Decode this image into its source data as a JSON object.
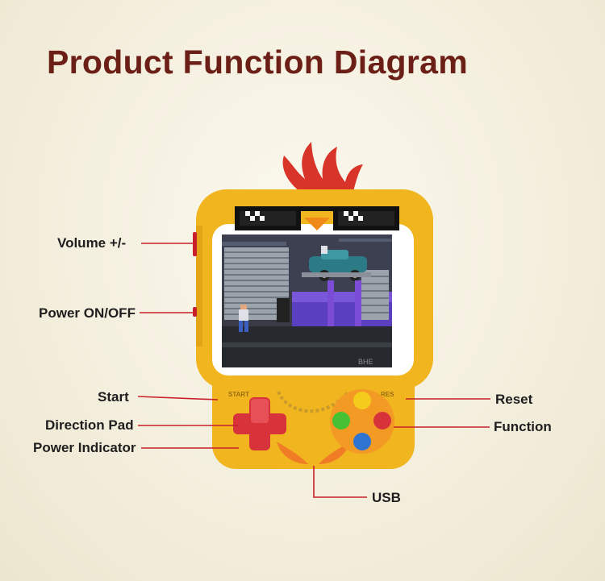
{
  "title": "Product Function Diagram",
  "device": {
    "start_text": "START",
    "res_text": "RES",
    "screen_brand": "BHE"
  },
  "callouts": {
    "volume": "Volume +/-",
    "power": "Power ON/OFF",
    "start": "Start",
    "direction_pad": "Direction Pad",
    "power_indicator": "Power Indicator",
    "reset": "Reset",
    "function": "Function",
    "usb": "USB"
  },
  "colors": {
    "title": "#6b1f16",
    "callout_line": "#c8202a",
    "body": "#f2b622",
    "comb": "#d9342a",
    "button_yellow": "#f4cc1c",
    "button_green": "#46c133",
    "button_blue": "#2f74d1",
    "button_red": "#d8333a"
  }
}
